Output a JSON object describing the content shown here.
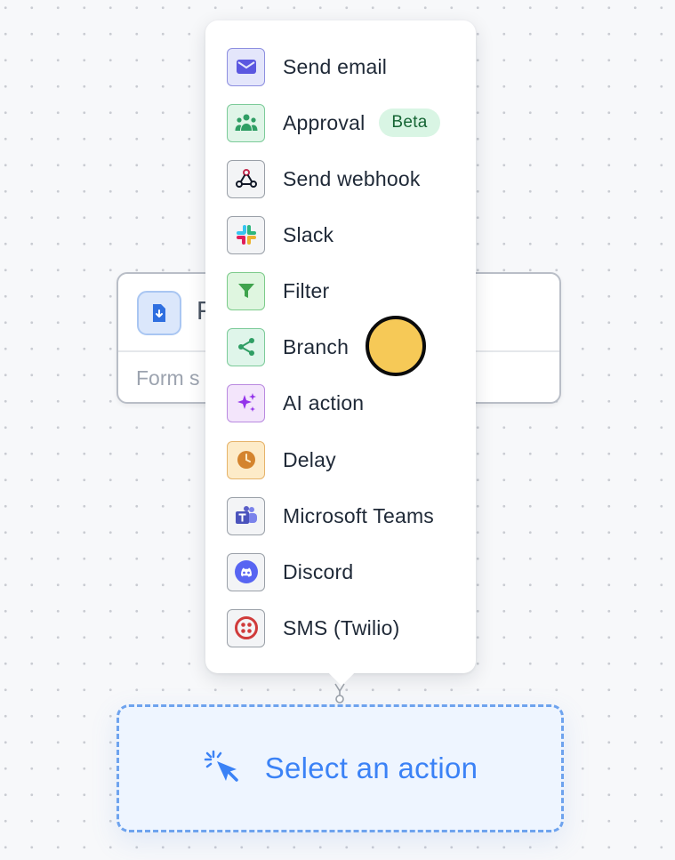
{
  "trigger_card": {
    "title": "F",
    "subtitle": "Form s",
    "icon": "file-download-icon"
  },
  "menu": {
    "items": [
      {
        "label": "Send email",
        "icon": "mail-icon",
        "color": "#5b57e0"
      },
      {
        "label": "Approval",
        "icon": "people-icon",
        "color": "#2f9e64",
        "badge": "Beta"
      },
      {
        "label": "Send webhook",
        "icon": "webhook-icon",
        "color": "#111827"
      },
      {
        "label": "Slack",
        "icon": "slack-icon",
        "color": "#e01e5a"
      },
      {
        "label": "Filter",
        "icon": "filter-icon",
        "color": "#3fa34d"
      },
      {
        "label": "Branch",
        "icon": "share-icon",
        "color": "#2f9e64"
      },
      {
        "label": "AI action",
        "icon": "sparkles-icon",
        "color": "#9333ea"
      },
      {
        "label": "Delay",
        "icon": "clock-icon",
        "color": "#d4842e"
      },
      {
        "label": "Microsoft Teams",
        "icon": "teams-icon",
        "color": "#5b5fc7"
      },
      {
        "label": "Discord",
        "icon": "discord-icon",
        "color": "#5865f2"
      },
      {
        "label": "SMS (Twilio)",
        "icon": "twilio-icon",
        "color": "#d03b3b"
      }
    ]
  },
  "select_action": {
    "label": "Select an action",
    "icon": "cursor-click-icon"
  },
  "colors": {
    "accent": "#3b82f6",
    "dashed_border": "#6ea3ee",
    "cursor_marker": "#f6c957"
  }
}
